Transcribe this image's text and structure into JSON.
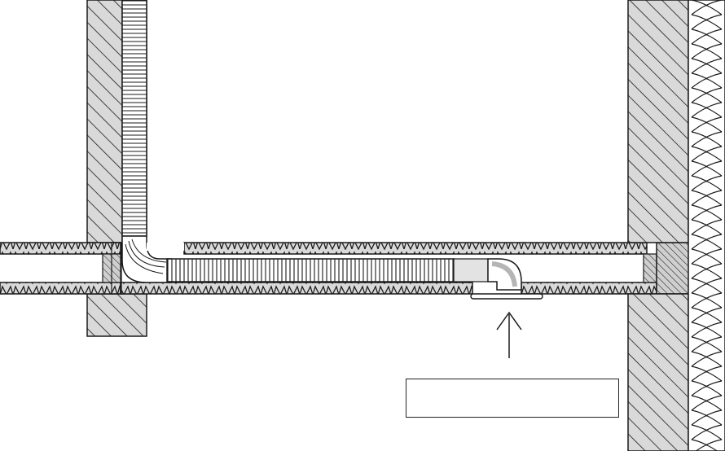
{
  "diagram": {
    "type": "section-drawing",
    "elements": [
      "left-masonry-wall",
      "vertical-flexible-duct",
      "suspended-ceiling-void",
      "horizontal-flexible-duct",
      "duct-elbow",
      "ceiling-diffuser",
      "airflow-arrow",
      "right-masonry-wall",
      "facade-insulation"
    ],
    "callout": {
      "text": ""
    }
  },
  "colors": {
    "line": "#1a1a1a",
    "hatch_fill": "#d9d9d9",
    "duct_fill": "#ffffff",
    "background": "#ffffff"
  }
}
